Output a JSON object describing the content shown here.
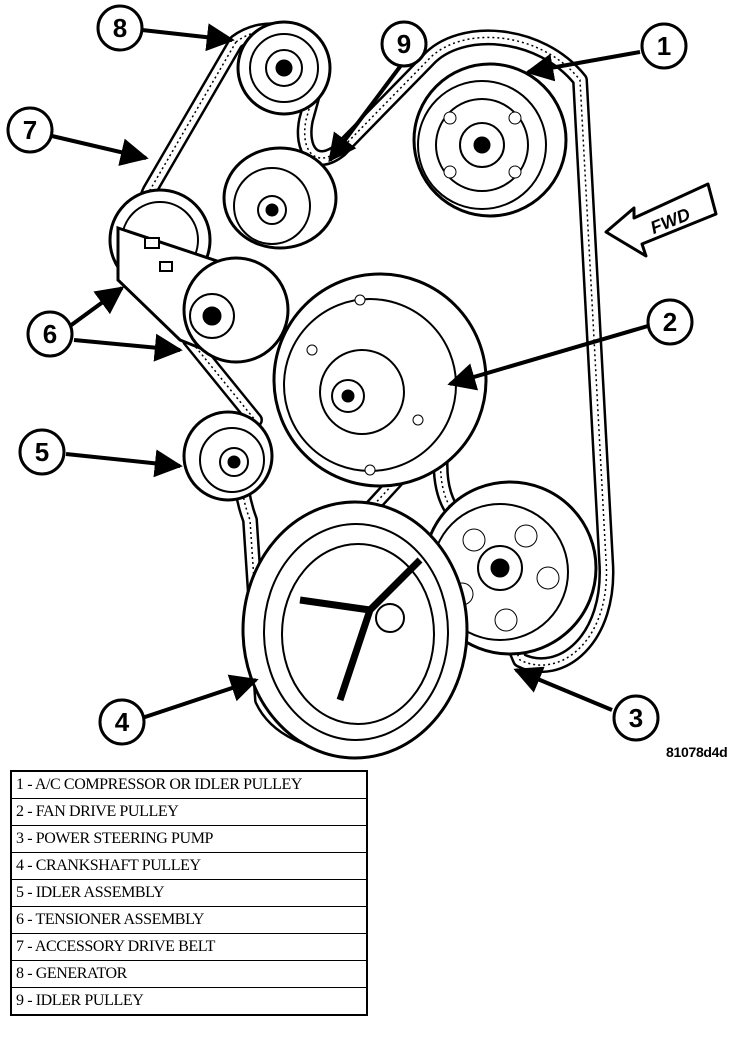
{
  "callouts": [
    "1",
    "2",
    "3",
    "4",
    "5",
    "6",
    "7",
    "8",
    "9"
  ],
  "direction_label": "FWD",
  "figure_id": "81078d4d",
  "legend": [
    "1 - A/C COMPRESSOR OR IDLER PULLEY",
    "2 - FAN DRIVE PULLEY",
    "3 - POWER STEERING PUMP",
    "4 - CRANKSHAFT PULLEY",
    "5 - IDLER ASSEMBLY",
    "6 - TENSIONER ASSEMBLY",
    "7 - ACCESSORY DRIVE BELT",
    "8 - GENERATOR",
    "9 - IDLER PULLEY"
  ]
}
